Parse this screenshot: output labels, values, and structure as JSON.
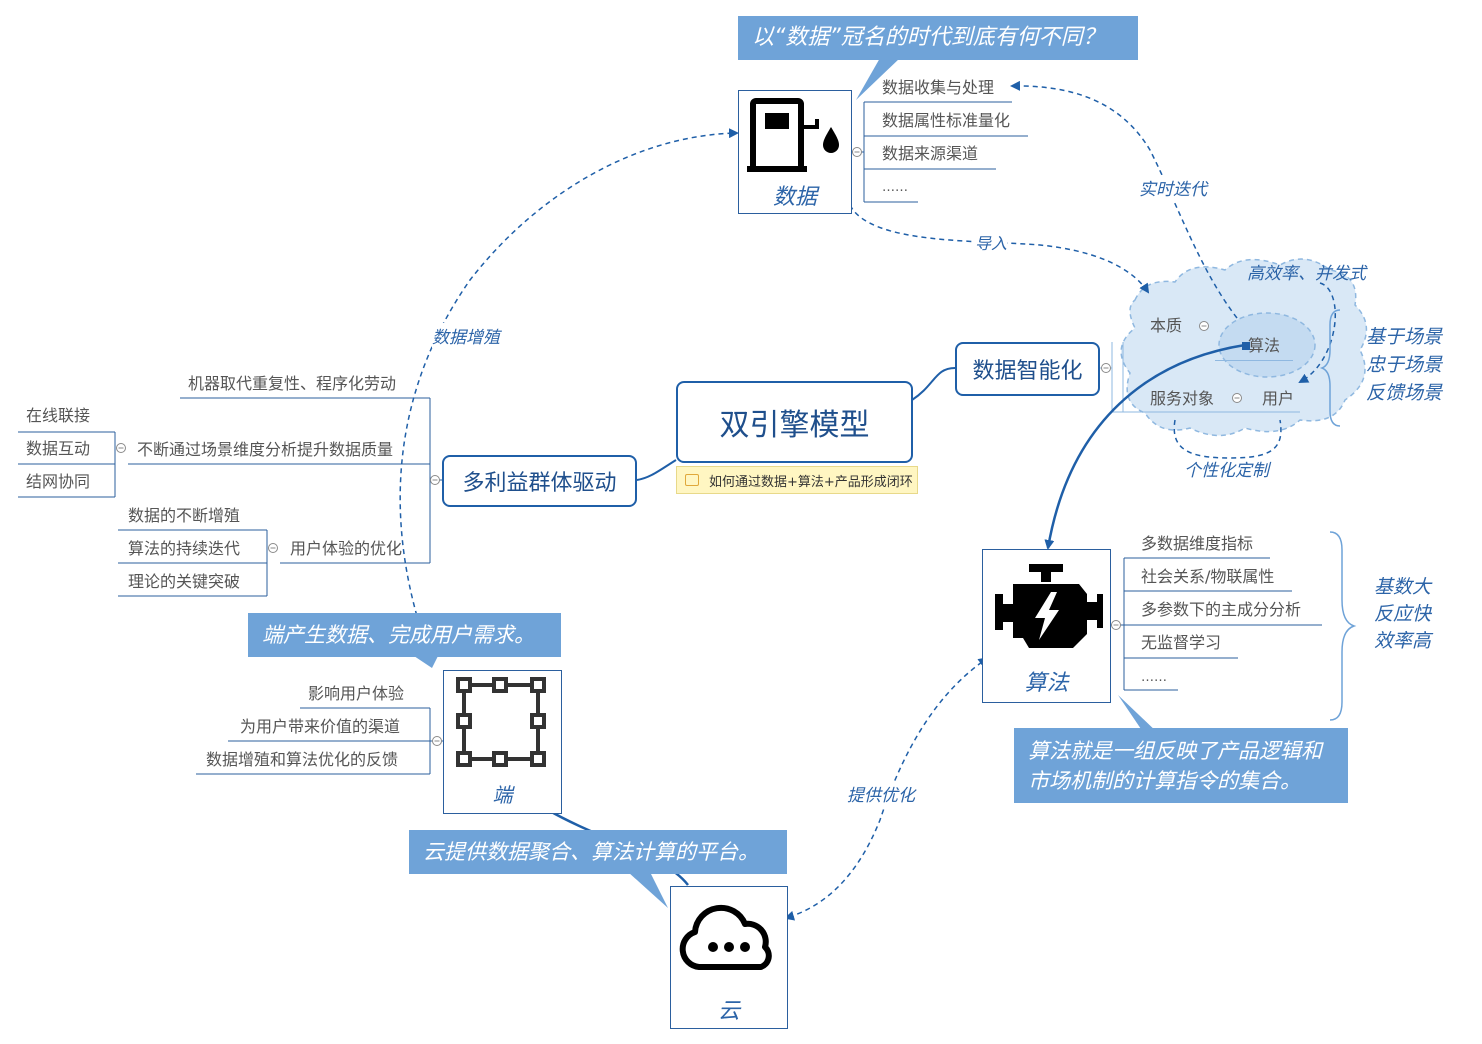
{
  "center": {
    "title": "双引擎模型",
    "note": "如何通过数据+算法+产品形成闭环"
  },
  "data_node": {
    "caption": "数据",
    "callout": "以“数据”冠名的时代到底有何不同？",
    "items": [
      "数据收集与处理",
      "数据属性标准量化",
      "数据来源渠道",
      "……"
    ]
  },
  "intelligence": {
    "label": "数据智能化",
    "cloud": {
      "essence": "本质",
      "algorithm": "算法",
      "service": "服务对象",
      "user": "用户"
    },
    "side": [
      "基于场景",
      "忠于场景",
      "反馈场景"
    ],
    "arrow_top": "高效率、并发式",
    "arrow_bottom": "个性化定制"
  },
  "algorithm_node": {
    "caption": "算法",
    "items": [
      "多数据维度指标",
      "社会关系/物联属性",
      "多参数下的主成分分析",
      "无监督学习",
      "……"
    ],
    "side": [
      "基数大",
      "反应快",
      "效率高"
    ],
    "callout_line1": "算法就是一组反映了产品逻辑和",
    "callout_line2": "市场机制的计算指令的集合。"
  },
  "driver": {
    "label": "多利益群体驱动",
    "b1": "机器取代重复性、程序化劳动",
    "b2": "不断通过场景维度分析提升数据质量",
    "b2_items": [
      "在线联接",
      "数据互动",
      "结网协同"
    ],
    "b3": "用户体验的优化",
    "b3_items": [
      "数据的不断增殖",
      "算法的持续迭代",
      "理论的关键突破"
    ]
  },
  "terminal": {
    "caption": "端",
    "callout": "端产生数据、完成用户需求。",
    "items": [
      "影响用户体验",
      "为用户带来价值的渠道",
      "数据增殖和算法优化的反馈"
    ]
  },
  "cloud_node": {
    "caption": "云",
    "callout": "云提供数据聚合、算法计算的平台。"
  },
  "edges": {
    "import": "导入",
    "realtime": "实时迭代",
    "proliferate": "数据增殖",
    "optimize": "提供优化"
  },
  "colors": {
    "primary": "#1f5fa8",
    "callout": "#6fa3d8",
    "cloud": "#d9e8f6",
    "note": "#fff6c2"
  }
}
